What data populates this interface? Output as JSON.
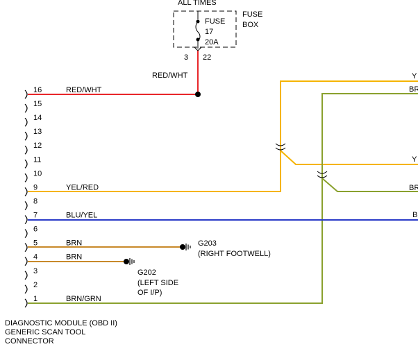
{
  "colors": {
    "red": "#e8262a",
    "yellow": "#f5b400",
    "brown": "#c8892a",
    "green": "#8aa12e",
    "blue": "#2b3bc8",
    "black": "#000000"
  },
  "header": {
    "supply": "ALL TIMES",
    "fuse_label": "FUSE",
    "fuse_number": "17",
    "fuse_rating": "20A",
    "fuse_box_line1": "FUSE",
    "fuse_box_line2": "BOX",
    "fuse_pin_left": "3",
    "fuse_pin_right": "22",
    "fuse_wire": "RED/WHT"
  },
  "connector": {
    "caption_line1": "DIAGNOSTIC MODULE (OBD II)",
    "caption_line2": "GENERIC SCAN TOOL",
    "caption_line3": "CONNECTOR",
    "pins": [
      {
        "num": "16",
        "wire": "RED/WHT",
        "color": "red"
      },
      {
        "num": "15",
        "wire": "",
        "color": ""
      },
      {
        "num": "14",
        "wire": "",
        "color": ""
      },
      {
        "num": "13",
        "wire": "",
        "color": ""
      },
      {
        "num": "12",
        "wire": "",
        "color": ""
      },
      {
        "num": "11",
        "wire": "",
        "color": ""
      },
      {
        "num": "10",
        "wire": "",
        "color": ""
      },
      {
        "num": "9",
        "wire": "YEL/RED",
        "color": "yellow"
      },
      {
        "num": "8",
        "wire": "",
        "color": ""
      },
      {
        "num": "7",
        "wire": "BLU/YEL",
        "color": "blue"
      },
      {
        "num": "6",
        "wire": "",
        "color": ""
      },
      {
        "num": "5",
        "wire": "BRN",
        "color": "brown"
      },
      {
        "num": "4",
        "wire": "BRN",
        "color": "brown"
      },
      {
        "num": "3",
        "wire": "",
        "color": ""
      },
      {
        "num": "2",
        "wire": "",
        "color": ""
      },
      {
        "num": "1",
        "wire": "BRN/GRN",
        "color": "green"
      }
    ]
  },
  "grounds": [
    {
      "name": "G203",
      "desc_line1": "(RIGHT FOOTWELL)",
      "desc_line2": ""
    },
    {
      "name": "G202",
      "desc_line1": "(LEFT SIDE",
      "desc_line2": "OF I/P)"
    }
  ],
  "edge_labels": [
    "Y",
    "BR",
    "Y",
    "BR",
    "B"
  ]
}
